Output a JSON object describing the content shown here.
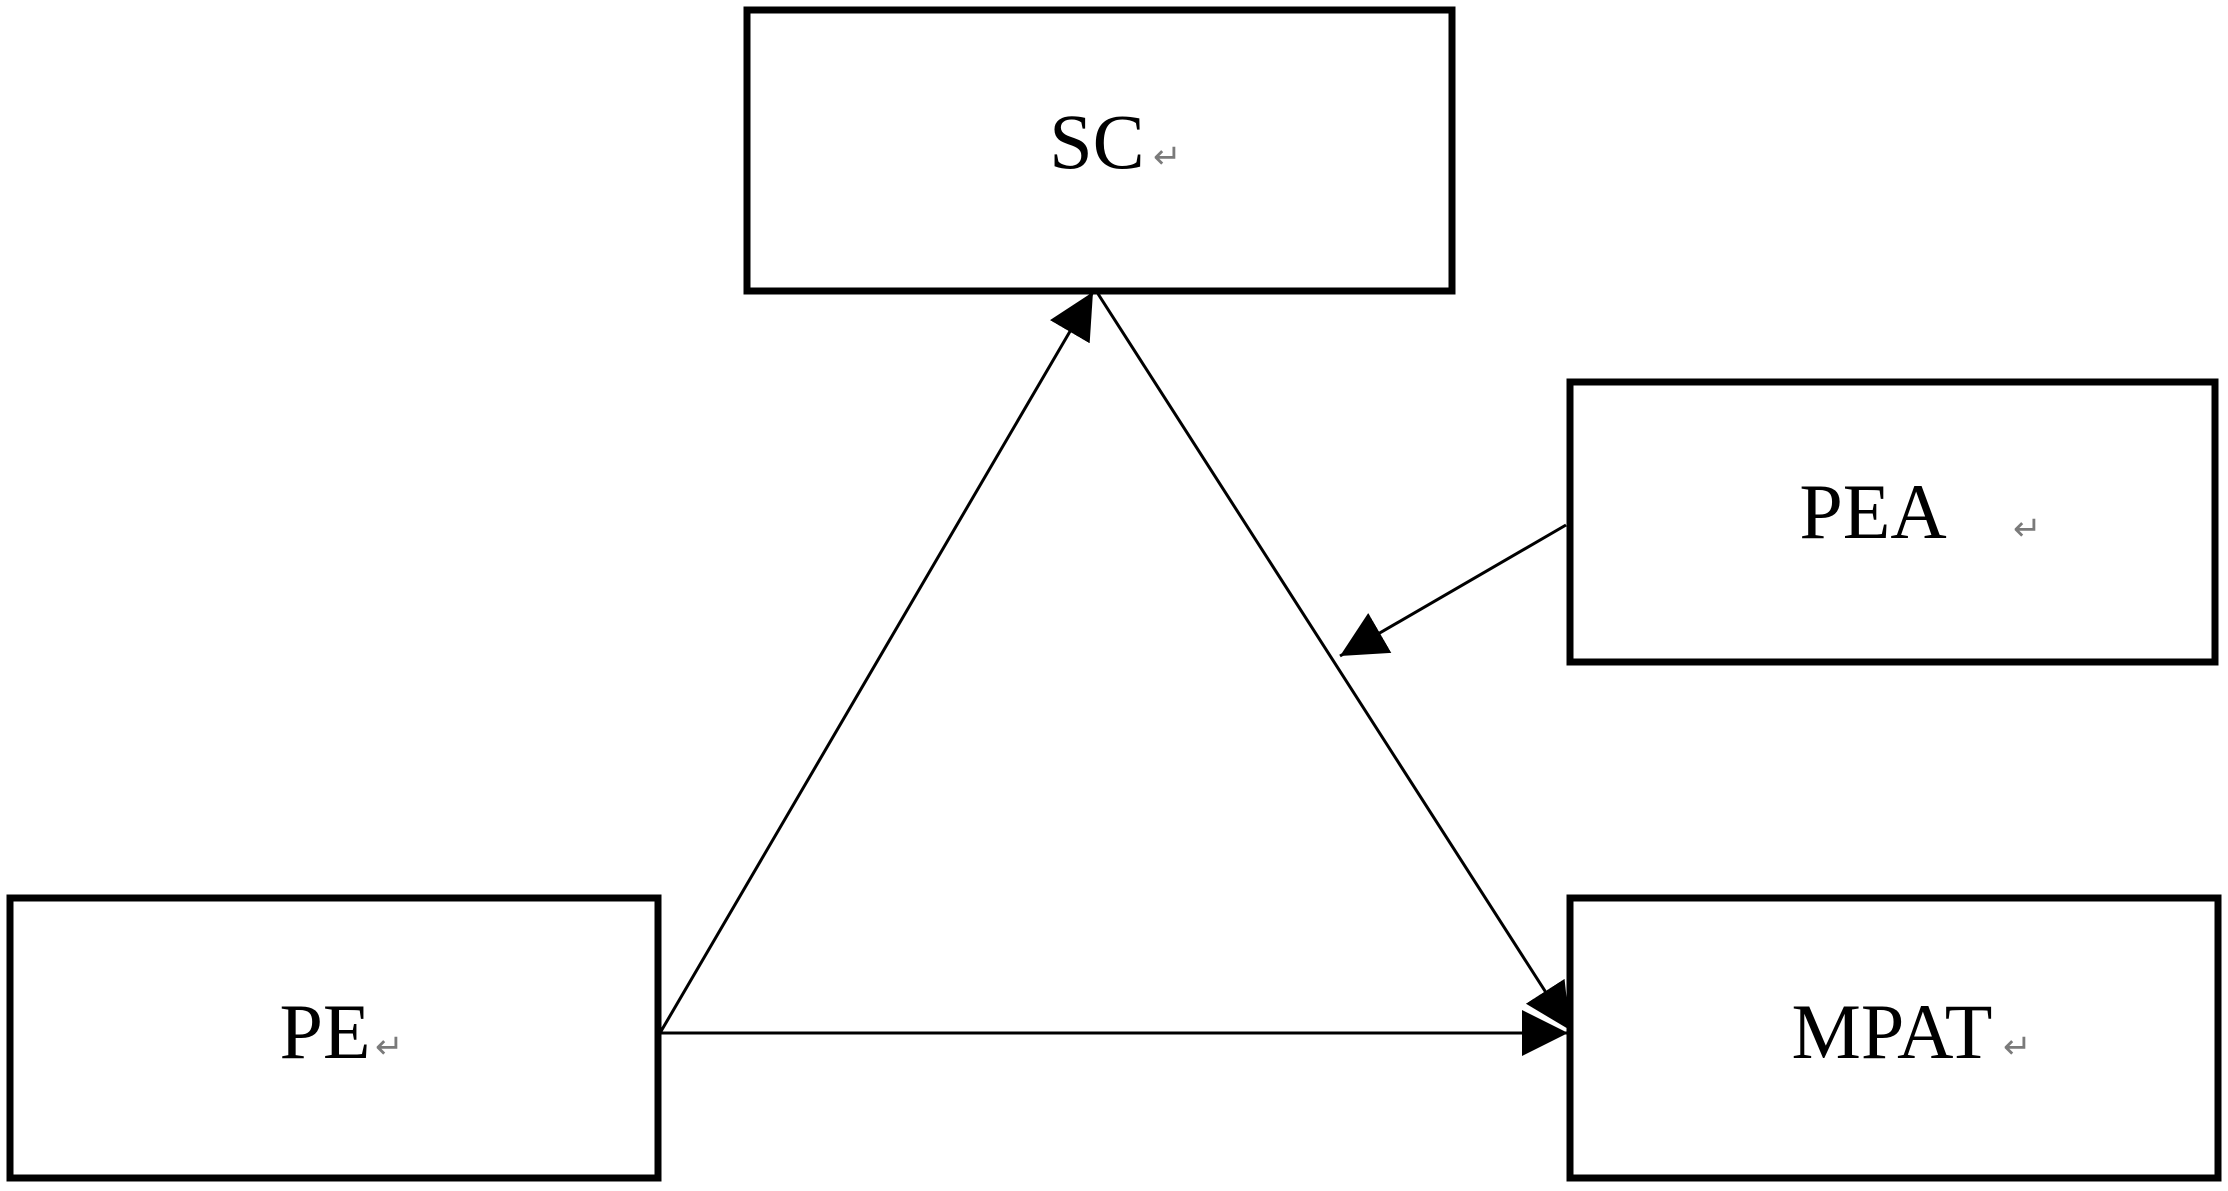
{
  "diagram": {
    "nodes": {
      "sc": {
        "label": "SC"
      },
      "pea": {
        "label": "PEA"
      },
      "pe": {
        "label": "PE"
      },
      "mpat": {
        "label": "MPAT"
      }
    },
    "paragraph_mark": "↵",
    "edges": [
      {
        "from": "PE",
        "to": "SC"
      },
      {
        "from": "SC",
        "to": "MPAT"
      },
      {
        "from": "PE",
        "to": "MPAT"
      },
      {
        "from": "PEA",
        "to": "SC → MPAT path"
      }
    ],
    "colors": {
      "stroke": "#000000",
      "background": "#ffffff",
      "paragraph_mark": "#7a7a7a"
    }
  }
}
